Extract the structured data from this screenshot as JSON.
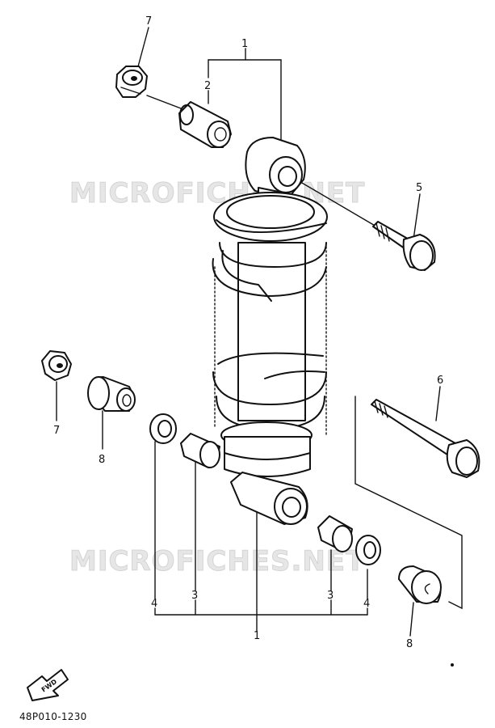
{
  "watermarks": [
    "MICROFICHES.NET",
    "MICROFICHES.NET"
  ],
  "callouts": {
    "c1_top": "1",
    "c2": "2",
    "c7_top": "7",
    "c5": "5",
    "c6": "6",
    "c7_left": "7",
    "c8_left": "8",
    "c4_left": "4",
    "c3_left": "3",
    "c3_right": "3",
    "c4_right": "4",
    "c1_bottom": "1",
    "c8_right": "8"
  },
  "direction_arrow": "FWD",
  "diagram_code": "48P010-1230"
}
